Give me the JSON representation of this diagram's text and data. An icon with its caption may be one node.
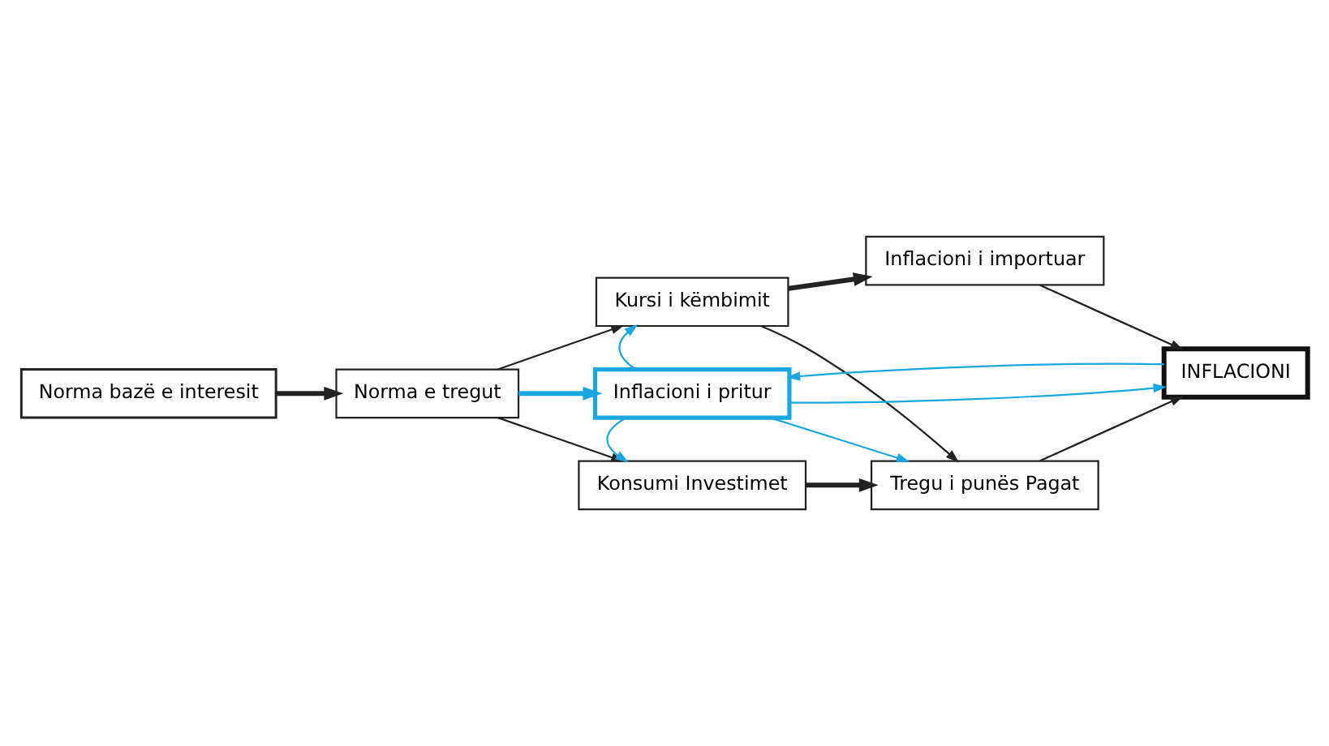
{
  "diagram": {
    "nodes": [
      {
        "text": [
          "Norma bazë e interesit"
        ]
      },
      {
        "text": [
          "Norma e tregut"
        ]
      },
      {
        "text": [
          "Kursi i këmbimit"
        ]
      },
      {
        "text": [
          "Inflacioni i importuar"
        ]
      },
      {
        "text": [
          "Inflacioni i pritur"
        ]
      },
      {
        "text": [
          "INFLACIONI"
        ]
      },
      {
        "text": [
          "Konsumi Investimet"
        ]
      },
      {
        "text": [
          "Tregu i punës Pagat"
        ]
      }
    ],
    "edges": [
      {
        "from": 0,
        "to": 1,
        "arrow": "to",
        "style": "thick"
      },
      {
        "from": 1,
        "to": 2,
        "arrow": "to"
      },
      {
        "from": 1,
        "to": 4,
        "arrow": "to",
        "style": "thick",
        "color": "#1aa7e0"
      },
      {
        "from": 1,
        "to": 6,
        "arrow": "to"
      },
      {
        "from": 2,
        "to": 3,
        "arrow": "to",
        "style": "thick"
      },
      {
        "from": 2,
        "to": 7,
        "arrow": "to"
      },
      {
        "from": 3,
        "to": 5,
        "arrow": "to"
      },
      {
        "from": 4,
        "to": 2,
        "arrow": "to",
        "color": "#1aa7e0"
      },
      {
        "from": 4,
        "to": 5,
        "arrow": "to",
        "color": "#1aa7e0"
      },
      {
        "from": 5,
        "to": 4,
        "arrow": "to",
        "color": "#1aa7e0"
      },
      {
        "from": 4,
        "to": 6,
        "arrow": "to",
        "color": "#1aa7e0"
      },
      {
        "from": 4,
        "to": 7,
        "arrow": "to",
        "color": "#1aa7e0"
      },
      {
        "from": 6,
        "to": 7,
        "arrow": "to",
        "style": "thick"
      },
      {
        "from": 7,
        "to": 5,
        "arrow": "to"
      }
    ]
  }
}
